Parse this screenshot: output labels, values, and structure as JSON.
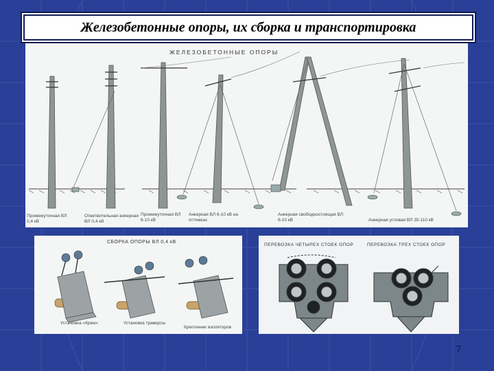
{
  "slide": {
    "title": "Железобетонные опоры, их сборка и транспортировка",
    "page_number": "7"
  },
  "top_panel": {
    "header": "ЖЕЛЕЗОБЕТОННЫЕ ОПОРЫ",
    "labels": [
      "Промежуточная ВЛ 0,4 кВ",
      "Ответвительная анкерная ВЛ 0,4 кВ",
      "Промежуточная ВЛ 6-10 кВ",
      "Анкерная ВЛ 6-10 кВ на оттяжках",
      "Анкерная свободностоящая ВЛ 6-10 кВ",
      "Анкерная угловая ВЛ 35-110 кВ"
    ]
  },
  "bottom_left_panel": {
    "header": "СБОРКА ОПОРЫ ВЛ 0,4 кВ",
    "labels": [
      "Установка «Крюк»",
      "Установка траверсы",
      "Крепление изоляторов"
    ]
  },
  "bottom_right_panel": {
    "header_left": "ПЕРЕВОЗКА ЧЕТЫРЕХ СТОЕК ОПОР",
    "header_right": "ПЕРЕВОЗКА ТРЕХ СТОЕК ОПОР"
  }
}
